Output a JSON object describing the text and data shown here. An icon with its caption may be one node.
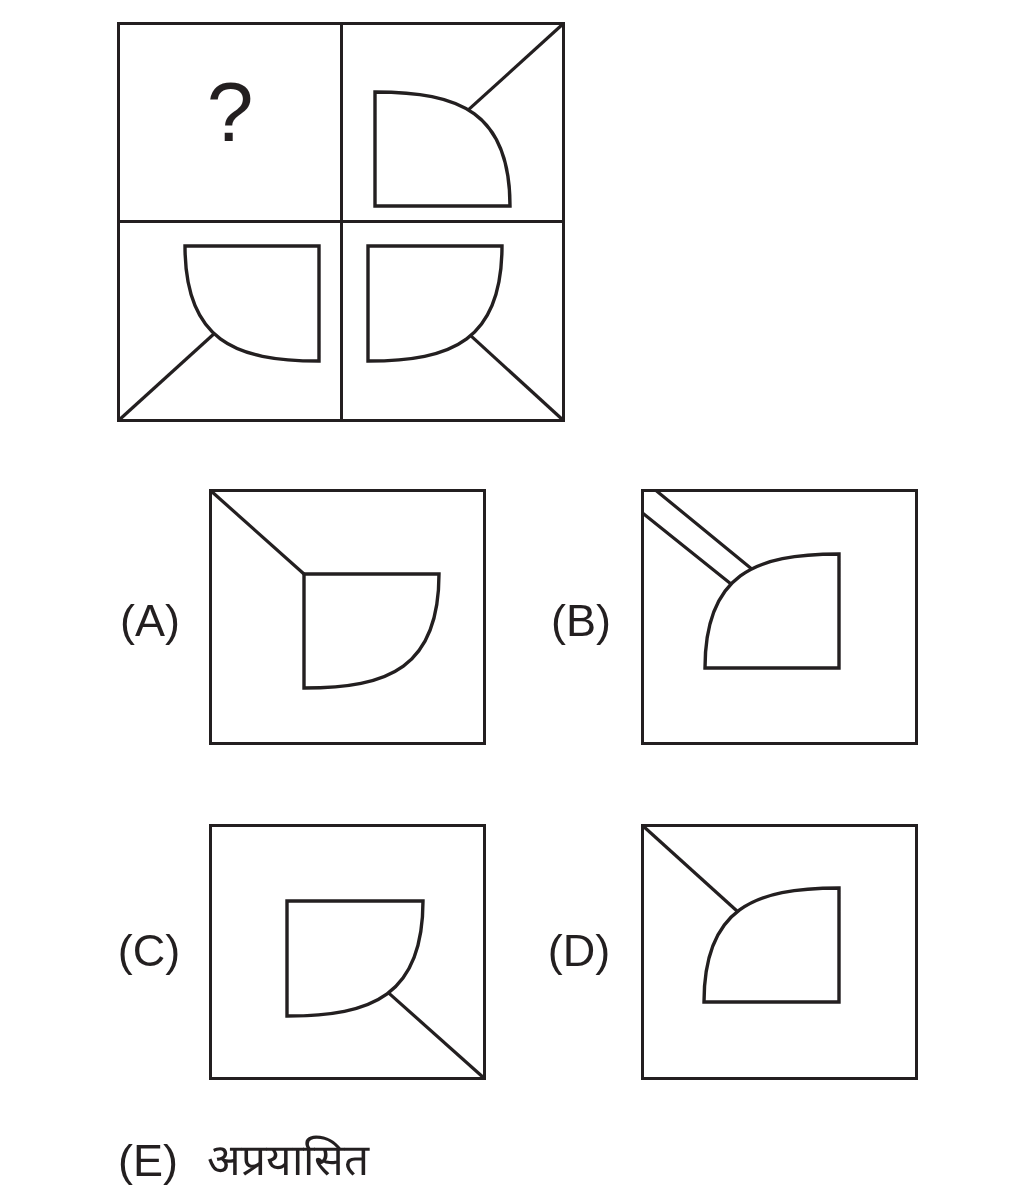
{
  "diagram": {
    "nodes": [
      {
        "text": [
          "?"
        ]
      },
      {
        "text": [],
        "shape": "box"
      },
      {
        "text": [],
        "shape": "box"
      },
      {
        "text": [],
        "shape": "box"
      },
      {
        "text": [],
        "shape": "box",
        "beside": [
          "(A)"
        ]
      },
      {
        "text": [],
        "shape": "box",
        "beside": [
          "(B)"
        ]
      },
      {
        "text": [],
        "shape": "box",
        "beside": [
          "(C)"
        ]
      },
      {
        "text": [],
        "shape": "box",
        "beside": [
          "(D)"
        ]
      }
    ],
    "labels": [
      "(E)",
      "अप्रयासित"
    ]
  }
}
